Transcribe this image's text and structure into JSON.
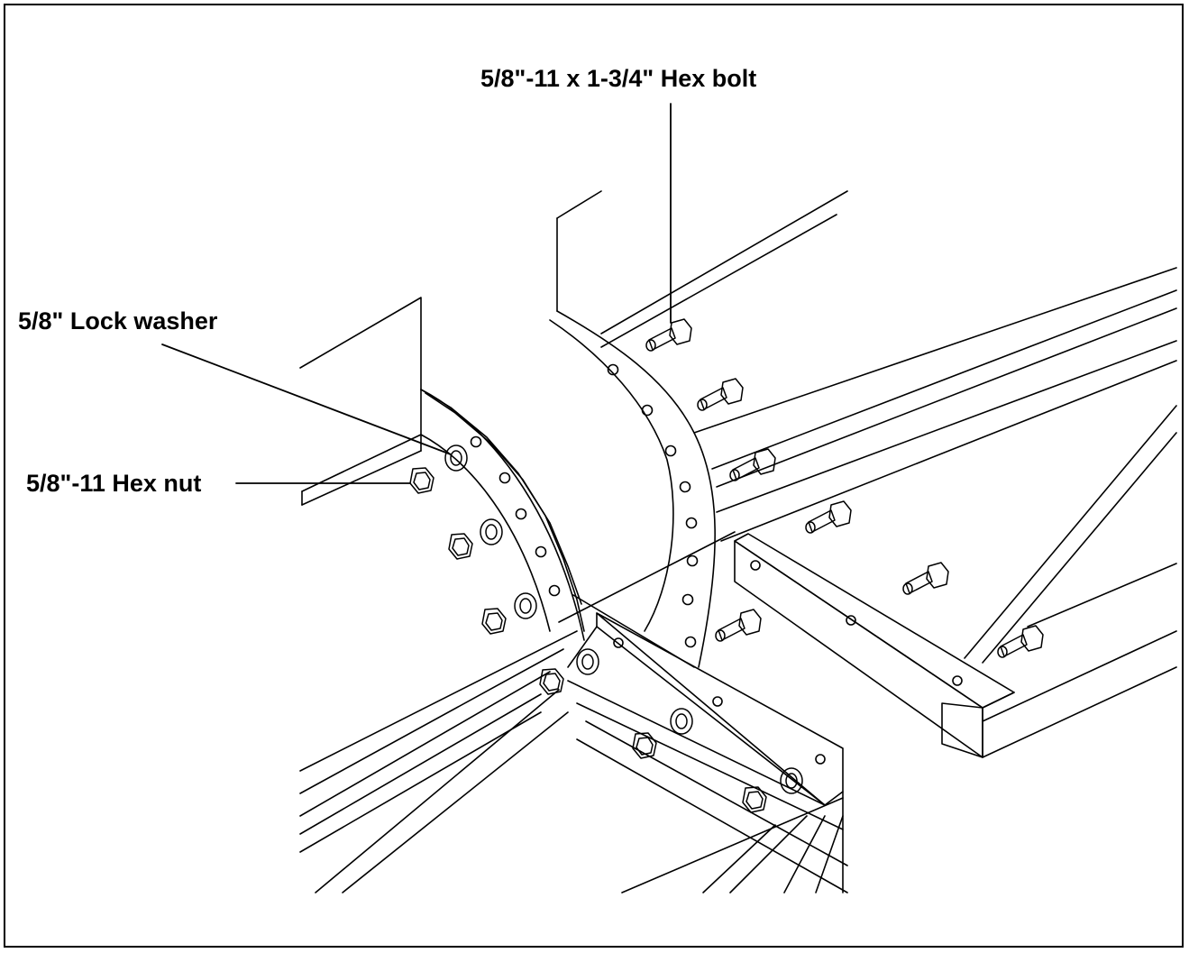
{
  "callouts": {
    "hex_bolt": "5/8\"-11 x 1-3/4\" Hex bolt",
    "lock_washer": "5/8\" Lock washer",
    "hex_nut": "5/8\"-11 Hex nut"
  },
  "colors": {
    "line": "#000000",
    "background": "#ffffff"
  }
}
